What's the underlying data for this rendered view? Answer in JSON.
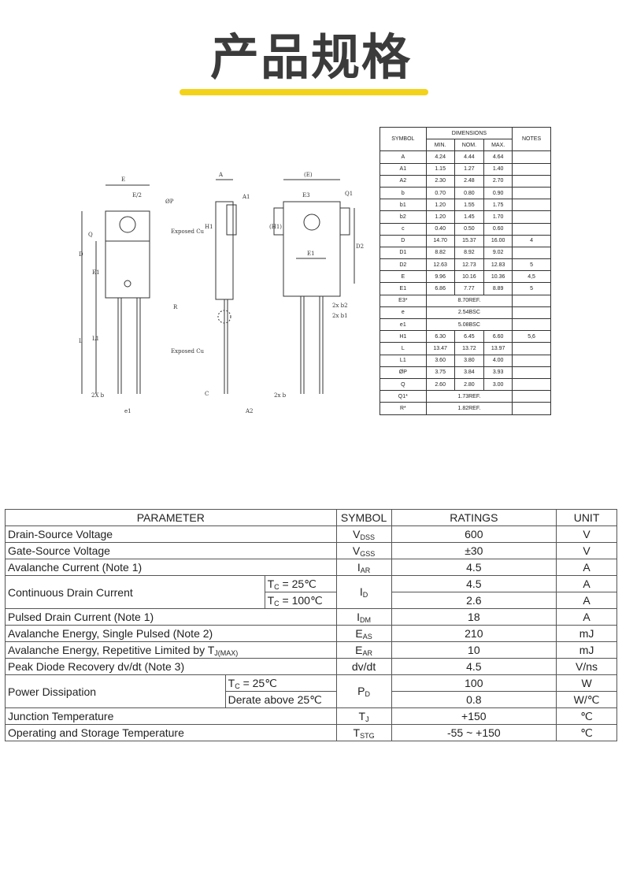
{
  "title": "产品规格",
  "drawing_labels": {
    "E": "E",
    "E2": "E/2",
    "phiP": "ØP",
    "exposed_top": "Exposed Cu",
    "exposed_bottom": "Exposed Cu",
    "Q": "Q",
    "D": "D",
    "E1": "E1",
    "L": "L",
    "L1": "L1",
    "R": "R",
    "A": "A",
    "A1": "A1",
    "H1": "H1",
    "C": "C",
    "A2": "A2",
    "twoXb": "2X b",
    "e1": "e1",
    "side_E": "(E)",
    "E3": "E3",
    "Q1": "Q1",
    "H1p": "(H1)",
    "E1b": "E1",
    "D2": "D2",
    "b2": "2x b2",
    "b1": "2x b1",
    "twoxb": "2x b"
  },
  "dimensions": {
    "headers": {
      "symbol": "SYMBOL",
      "dimensions": "DIMENSIONS",
      "notes": "NOTES",
      "min": "MIN.",
      "nom": "NOM.",
      "max": "MAX."
    },
    "rows": [
      [
        "A",
        "4.24",
        "4.44",
        "4.64",
        ""
      ],
      [
        "A1",
        "1.15",
        "1.27",
        "1.40",
        ""
      ],
      [
        "A2",
        "2.30",
        "2.48",
        "2.70",
        ""
      ],
      [
        "b",
        "0.70",
        "0.80",
        "0.90",
        ""
      ],
      [
        "b1",
        "1.20",
        "1.55",
        "1.75",
        ""
      ],
      [
        "b2",
        "1.20",
        "1.45",
        "1.70",
        ""
      ],
      [
        "c",
        "0.40",
        "0.50",
        "0.60",
        ""
      ],
      [
        "D",
        "14.70",
        "15.37",
        "16.00",
        "4"
      ],
      [
        "D1",
        "8.82",
        "8.92",
        "9.02",
        ""
      ],
      [
        "D2",
        "12.63",
        "12.73",
        "12.83",
        "5"
      ],
      [
        "E",
        "9.96",
        "10.16",
        "10.36",
        "4,5"
      ],
      [
        "E1",
        "6.86",
        "7.77",
        "8.89",
        "5"
      ],
      [
        "E3*",
        "8.70REF.",
        "",
        "",
        ""
      ],
      [
        "e",
        "2.54BSC",
        "",
        "",
        ""
      ],
      [
        "e1",
        "5.08BSC",
        "",
        "",
        ""
      ],
      [
        "H1",
        "6.30",
        "6.45",
        "6.60",
        "5,6"
      ],
      [
        "L",
        "13.47",
        "13.72",
        "13.97",
        ""
      ],
      [
        "L1",
        "3.60",
        "3.80",
        "4.00",
        ""
      ],
      [
        "ØP",
        "3.75",
        "3.84",
        "3.93",
        ""
      ],
      [
        "Q",
        "2.60",
        "2.80",
        "3.00",
        ""
      ],
      [
        "Q1*",
        "1.73REF.",
        "",
        "",
        ""
      ],
      [
        "R*",
        "1.82REF.",
        "",
        "",
        ""
      ]
    ]
  },
  "ratings": {
    "headers": {
      "parameter": "PARAMETER",
      "symbol": "SYMBOL",
      "ratings": "RATINGS",
      "unit": "UNIT"
    },
    "vdss": {
      "param": "Drain-Source Voltage",
      "sym": "V",
      "sub": "DSS",
      "val": "600",
      "unit": "V"
    },
    "vgss": {
      "param": "Gate-Source Voltage",
      "sym": "V",
      "sub": "GSS",
      "val": "±30",
      "unit": "V"
    },
    "iar": {
      "param": "Avalanche Current (Note 1)",
      "sym": "I",
      "sub": "AR",
      "val": "4.5",
      "unit": "A"
    },
    "id": {
      "param": "Continuous Drain Current",
      "cond1": "T",
      "cond1_sub": "C",
      "cond1_rest": " = 25℃",
      "cond2": "T",
      "cond2_sub": "C",
      "cond2_rest": " = 100℃",
      "sym": "I",
      "sub": "D",
      "val1": "4.5",
      "val2": "2.6",
      "unit1": "A",
      "unit2": "A"
    },
    "idm": {
      "param": "Pulsed Drain Current (Note 1)",
      "sym": "I",
      "sub": "DM",
      "val": "18",
      "unit": "A"
    },
    "eas": {
      "param": "Avalanche Energy, Single Pulsed (Note 2)",
      "sym": "E",
      "sub": "AS",
      "val": "210",
      "unit": "mJ"
    },
    "ear": {
      "param": "Avalanche Energy, Repetitive Limited by T",
      "param_sub": "J(MAX)",
      "sym": "E",
      "sub": "AR",
      "val": "10",
      "unit": "mJ"
    },
    "dvdt": {
      "param": "Peak Diode Recovery dv/dt (Note 3)",
      "sym": "dv/dt",
      "val": "4.5",
      "unit": "V/ns"
    },
    "pd": {
      "param": "Power Dissipation",
      "cond1": "T",
      "cond1_sub": "C",
      "cond1_rest": " = 25℃",
      "cond2": "Derate above 25℃",
      "sym": "P",
      "sub": "D",
      "val1": "100",
      "val2": "0.8",
      "unit1": "W",
      "unit2": "W/℃"
    },
    "tj": {
      "param": "Junction Temperature",
      "sym": "T",
      "sub": "J",
      "val": "+150",
      "unit": "℃"
    },
    "tstg": {
      "param": "Operating and Storage Temperature",
      "sym": "T",
      "sub": "STG",
      "val": "-55 ~ +150",
      "unit": "℃"
    }
  }
}
